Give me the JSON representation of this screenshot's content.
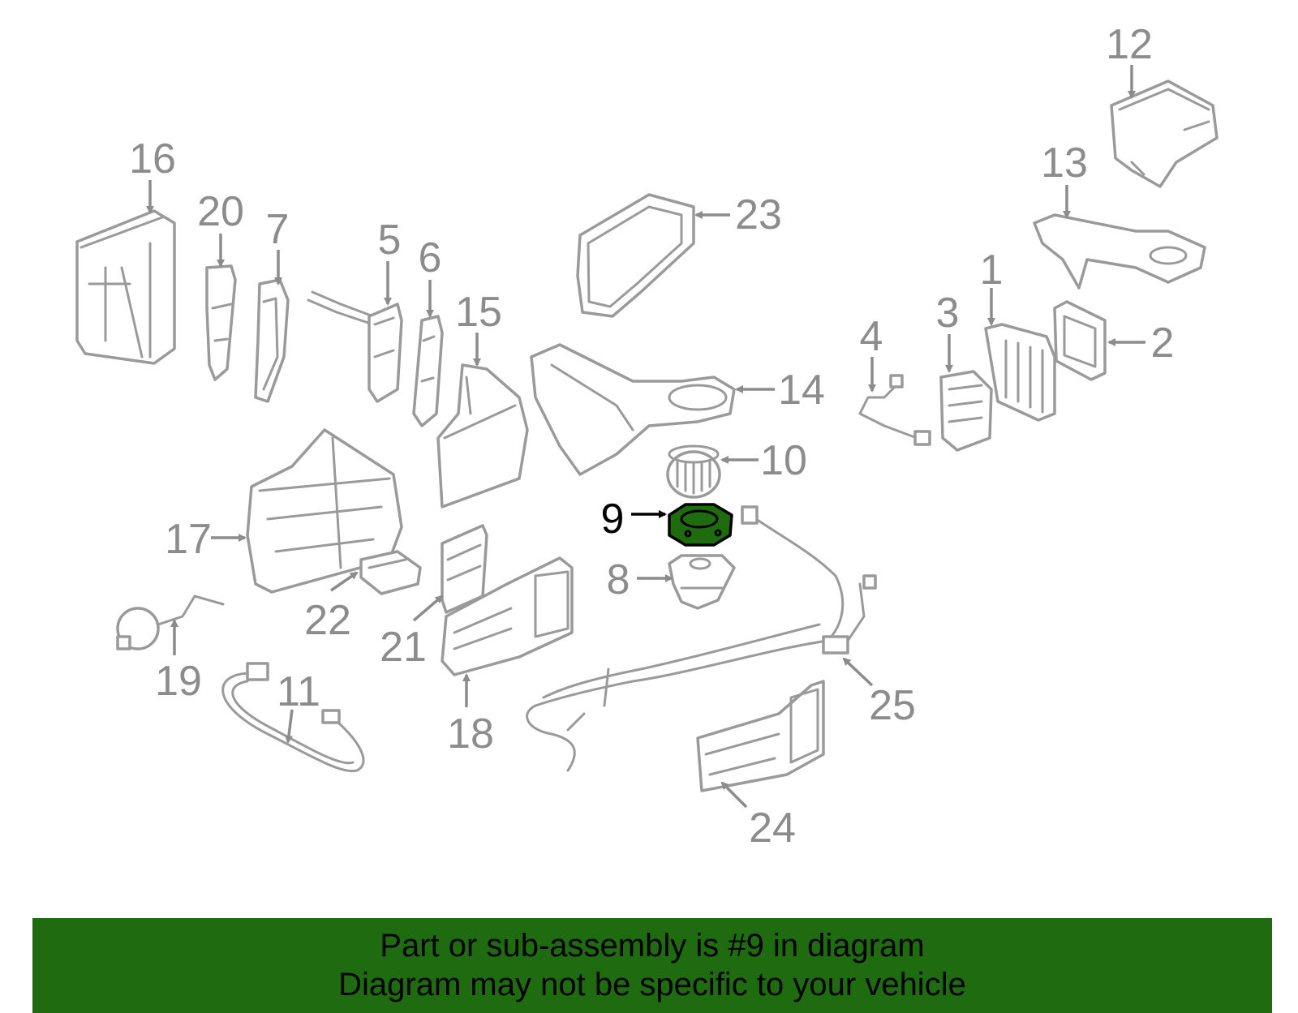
{
  "callouts": [
    "1",
    "2",
    "3",
    "4",
    "5",
    "6",
    "7",
    "8",
    "9",
    "10",
    "11",
    "12",
    "13",
    "14",
    "15",
    "16",
    "17",
    "18",
    "19",
    "20",
    "21",
    "22",
    "23",
    "24",
    "25"
  ],
  "highlighted_part": "9",
  "banner": {
    "line1": "Part or sub-assembly is #9 in diagram",
    "line2": "Diagram may not be specific to your vehicle"
  },
  "colors": {
    "highlight_green": "#1e6b10",
    "line_gray": "#9a9a9a",
    "label_gray": "#8c8c8c"
  }
}
